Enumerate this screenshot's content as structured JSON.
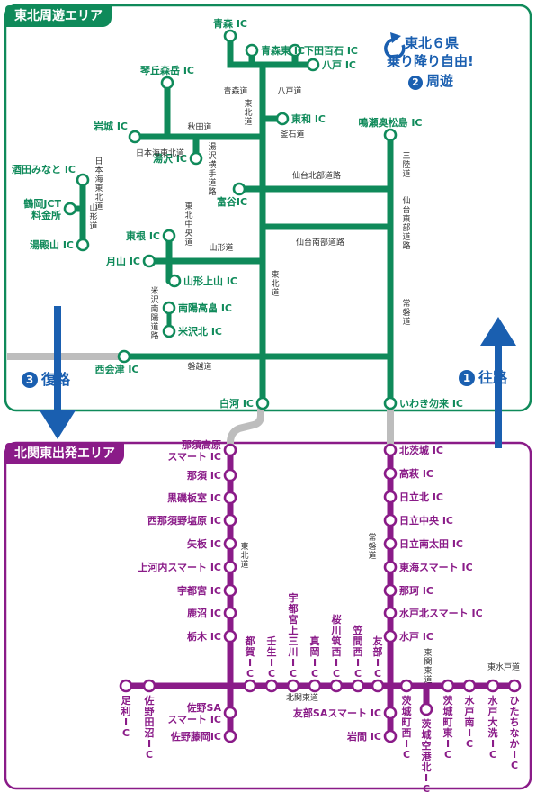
{
  "tohoku": {
    "title": "東北周遊エリア",
    "interchanges": [
      {
        "id": "aomori",
        "label": "青森 IC"
      },
      {
        "id": "aomori-higashi",
        "label": "青森東 IC"
      },
      {
        "id": "shimoda",
        "label": "下田百石 IC"
      },
      {
        "id": "hachinohe",
        "label": "八戸 IC"
      },
      {
        "id": "kotooka",
        "label": "琴丘森岳 IC"
      },
      {
        "id": "iwaki-akita",
        "label": "岩城 IC"
      },
      {
        "id": "yuzawa",
        "label": "湯沢 IC"
      },
      {
        "id": "kazuwa",
        "label": "東和 IC"
      },
      {
        "id": "naruse",
        "label": "鳴瀬奥松島 IC"
      },
      {
        "id": "sakata",
        "label": "酒田みなと IC"
      },
      {
        "id": "tsuruoka",
        "label": "鶴岡JCT料金所"
      },
      {
        "id": "yudono",
        "label": "湯殿山 IC"
      },
      {
        "id": "tomiya",
        "label": "富谷IC"
      },
      {
        "id": "higashine",
        "label": "東根 IC"
      },
      {
        "id": "gassan",
        "label": "月山 IC"
      },
      {
        "id": "yamagata-kamiyama",
        "label": "山形上山 IC"
      },
      {
        "id": "nanyo",
        "label": "南陽高畠 IC"
      },
      {
        "id": "yonezawa-kita",
        "label": "米沢北 IC"
      },
      {
        "id": "nishi-aizu",
        "label": "西会津 IC"
      },
      {
        "id": "shirakawa",
        "label": "白河 IC"
      },
      {
        "id": "iwaki-nakoso",
        "label": "いわき勿来 IC"
      }
    ],
    "roads": {
      "aomori": "青森道",
      "hachinohe": "八戸道",
      "tohoku": "東北道",
      "akita": "秋田道",
      "nihonkai": "日本海東北道",
      "yuzawa_yokote": "湯沢横手道路",
      "kamaishi": "釜石道",
      "nihonkai2": "日本海東北道",
      "yamagata_line": "山形道",
      "tohoku_chuo": "東北中央道",
      "yamagata": "山形道",
      "yonezawa_nanyo": "米沢南陽道路",
      "sendai_hokubu": "仙台北部道路",
      "sendai_nanbu": "仙台南部道路",
      "sendai_tobu": "仙台東部道路",
      "sanriku": "三陸道",
      "tohoku2": "東北道",
      "joban": "常磐道",
      "banetsu": "磐越道"
    }
  },
  "promo": {
    "line1": "東北６県",
    "line2": "乗り降り自由!",
    "circle": "2",
    "line3": "周遊"
  },
  "routes": {
    "outbound": {
      "number": "1",
      "label": "往路"
    },
    "return": {
      "number": "3",
      "label": "復路"
    }
  },
  "kanto": {
    "title": "北関東出発エリア",
    "interchanges": [
      {
        "id": "nasu-kogen",
        "label": "那須高原スマート IC"
      },
      {
        "id": "nasu",
        "label": "那須 IC"
      },
      {
        "id": "kuroiso",
        "label": "黒磯板室 IC"
      },
      {
        "id": "nishinasuno",
        "label": "西那須野塩原 IC"
      },
      {
        "id": "yaita",
        "label": "矢板 IC"
      },
      {
        "id": "kamikochi",
        "label": "上河内スマート IC"
      },
      {
        "id": "utsunomiya",
        "label": "宇都宮 IC"
      },
      {
        "id": "kanuma",
        "label": "鹿沼 IC"
      },
      {
        "id": "tochigi",
        "label": "栃木 IC"
      },
      {
        "id": "kita-ibaraki",
        "label": "北茨城 IC"
      },
      {
        "id": "takahagi",
        "label": "高萩 IC"
      },
      {
        "id": "hitachi-kita",
        "label": "日立北 IC"
      },
      {
        "id": "hitachi-chuo",
        "label": "日立中央 IC"
      },
      {
        "id": "hitachi-minami",
        "label": "日立南太田 IC"
      },
      {
        "id": "tokai",
        "label": "東海スマート IC"
      },
      {
        "id": "naka",
        "label": "那珂 IC"
      },
      {
        "id": "mito-kita",
        "label": "水戸北スマート IC"
      },
      {
        "id": "mito",
        "label": "水戸 IC"
      },
      {
        "id": "ashikaga",
        "label": "足利 IC"
      },
      {
        "id": "sano-tanuma",
        "label": "佐野田沼 IC"
      },
      {
        "id": "sano-sa",
        "label": "佐野SAスマート IC"
      },
      {
        "id": "sano-fujioka",
        "label": "佐野藤岡IC"
      },
      {
        "id": "tsuga",
        "label": "都賀 IC"
      },
      {
        "id": "mibu",
        "label": "壬生 IC"
      },
      {
        "id": "utsunomiya-kamikawa",
        "label": "宇都宮上三川 IC"
      },
      {
        "id": "moka",
        "label": "真岡 IC"
      },
      {
        "id": "sakuragawa",
        "label": "桜川筑西 IC"
      },
      {
        "id": "kasama-nishi",
        "label": "笠間西 IC"
      },
      {
        "id": "tomobe",
        "label": "友部 IC"
      },
      {
        "id": "tomobe-sa",
        "label": "友部SAスマート IC"
      },
      {
        "id": "iwama",
        "label": "岩間 IC"
      },
      {
        "id": "ibaraki-nishi",
        "label": "茨城町西 IC"
      },
      {
        "id": "ibaraki-airport",
        "label": "茨城空港北 IC"
      },
      {
        "id": "ibaraki-higashi",
        "label": "茨城町東 IC"
      },
      {
        "id": "mito-minami",
        "label": "水戸南 IC"
      },
      {
        "id": "mito-oarai",
        "label": "水戸大洗 IC"
      },
      {
        "id": "hitachinaka",
        "label": "ひたちなか IC"
      }
    ],
    "roads": {
      "tohoku": "東北道",
      "joban": "常磐道",
      "kitakanto": "北関東道",
      "higashi_kanto": "東関東道",
      "higashi_mito": "東水戸道"
    }
  },
  "colors": {
    "tohoku": "#0f8a5a",
    "kanto": "#8a1b88",
    "route": "#1a5fb0",
    "link": "#bdbdbd"
  }
}
